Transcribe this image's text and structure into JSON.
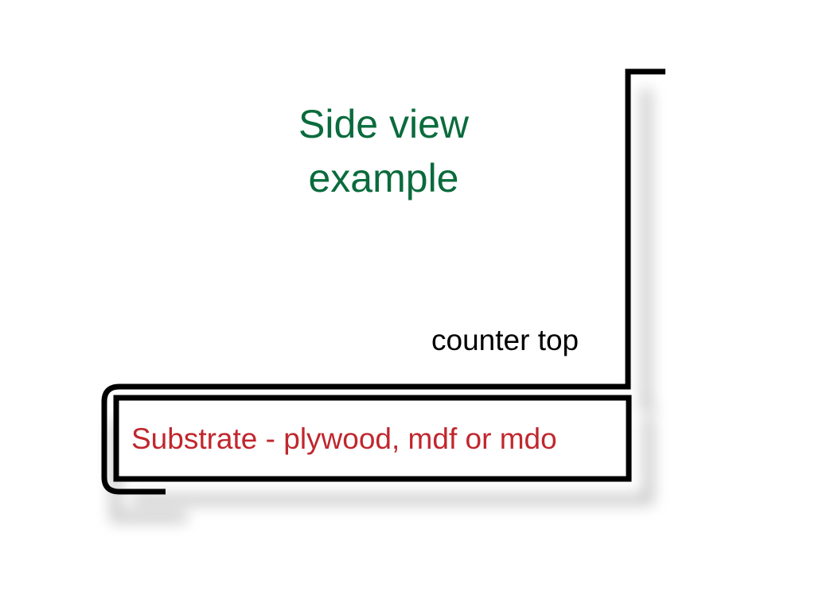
{
  "diagram": {
    "title_line1": "Side view",
    "title_line2": "example",
    "counter_top_label": "counter top",
    "substrate_label": "Substrate - plywood, mdf or mdo"
  },
  "colors": {
    "title": "#0a6b3c",
    "substrate_label": "#c0272d",
    "outline": "#000000",
    "background": "#ffffff"
  }
}
